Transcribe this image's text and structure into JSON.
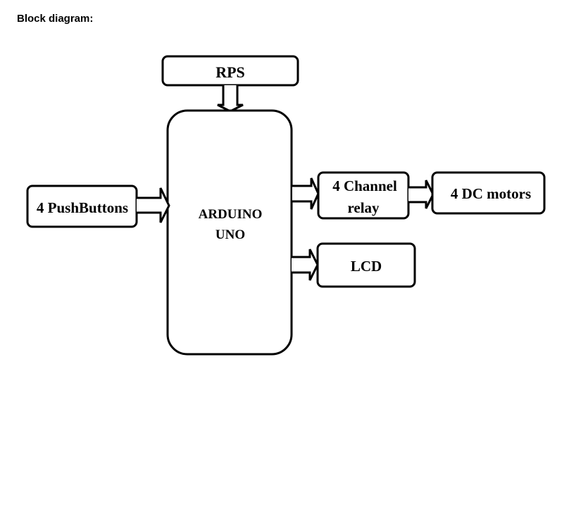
{
  "heading": "Block diagram:",
  "blocks": {
    "rps": {
      "label": "RPS"
    },
    "pushbuttons": {
      "label": "4 PushButtons"
    },
    "arduino": {
      "line1": "ARDUINO",
      "line2": "UNO"
    },
    "relay": {
      "line1": "4 Channel",
      "line2": "relay"
    },
    "motors": {
      "label": "4 DC motors"
    },
    "lcd": {
      "label": "LCD"
    }
  },
  "connections": [
    {
      "from": "RPS",
      "to": "ARDUINO UNO"
    },
    {
      "from": "4 PushButtons",
      "to": "ARDUINO UNO"
    },
    {
      "from": "ARDUINO UNO",
      "to": "4 Channel relay"
    },
    {
      "from": "4 Channel relay",
      "to": "4 DC motors"
    },
    {
      "from": "ARDUINO UNO",
      "to": "LCD"
    }
  ]
}
